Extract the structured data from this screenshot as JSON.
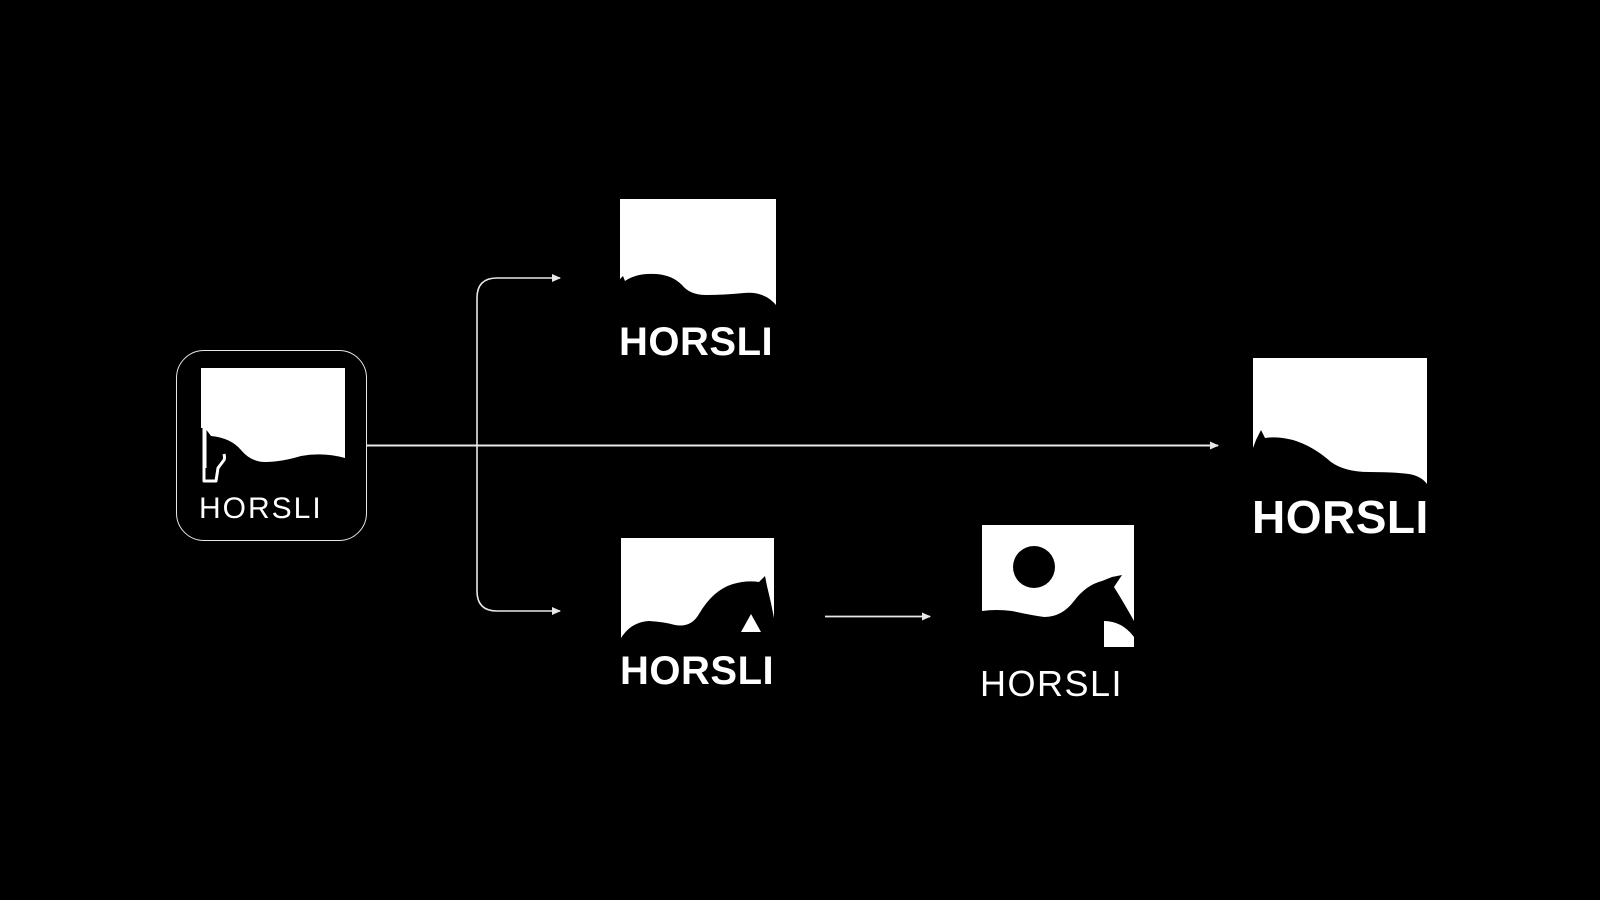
{
  "diagram": {
    "background": "#000000",
    "foreground": "#ffffff",
    "connector_color": "#e8e8e8",
    "nodes": [
      {
        "id": "original",
        "label": "HORSLI",
        "style": "thin outline horse, framed rounded square",
        "icon": "horse-head-outline-icon"
      },
      {
        "id": "variant-top",
        "label": "HORSLI",
        "style": "bold, low horse silhouette",
        "icon": "horse-silhouette-icon"
      },
      {
        "id": "variant-bottom",
        "label": "HORSLI",
        "style": "bold, rising horse head with triangle",
        "icon": "horse-head-rising-icon"
      },
      {
        "id": "variant-sun",
        "label": "HORSLI",
        "style": "regular, sun circle with horse head",
        "icon": "sun-horse-icon"
      },
      {
        "id": "final",
        "label": "HORSLI",
        "style": "bold, large horse silhouette",
        "icon": "horse-silhouette-icon"
      }
    ],
    "edges": [
      {
        "from": "original",
        "to": "final"
      },
      {
        "from": "original",
        "to": "variant-top"
      },
      {
        "from": "original",
        "to": "variant-bottom"
      },
      {
        "from": "variant-bottom",
        "to": "variant-sun"
      }
    ]
  }
}
